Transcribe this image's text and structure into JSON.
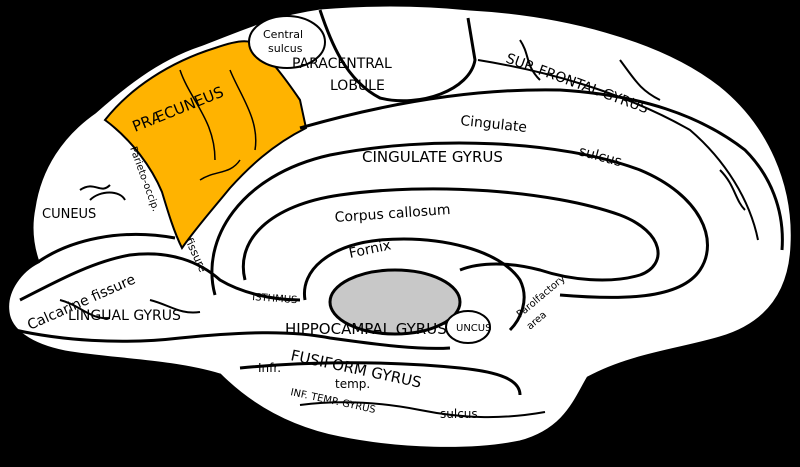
{
  "labels": {
    "central_sulcus_1": "Central",
    "central_sulcus_2": "sulcus",
    "paracentral_1": "PARACENTRAL",
    "paracentral_2": "LOBULE",
    "precuneus": "PRÆCUNEUS",
    "parieto_occ": "Parieto-occip.",
    "cuneus": "CUNEUS",
    "sup_frontal": "SUP.  FRONTAL  GYRUS",
    "cingulate_sulcus_1": "Cingulate",
    "cingulate_sulcus_2": "sulcus",
    "cingulate_gyrus": "CINGULATE GYRUS",
    "corpus_callosum": "Corpus callosum",
    "fornix": "Fornix",
    "calcarine_fissure": "Calcarine fissure",
    "fissure": "fissure",
    "isthmus": "ISTHMUS",
    "lingual_gyrus": "LINGUAL GYRUS",
    "hippocampal_gyrus": "HIPPOCAMPAL GYRUS",
    "uncus": "UNCUS",
    "parolfactory_1": "Parolfactory",
    "parolfactory_2": "area",
    "fusiform_gyrus": "FUSIFORM GYRUS",
    "infr": "Infr.",
    "temp": "temp.",
    "inf_temp_gyrus": "INF. TEMP. GYRUS",
    "sulcus_bottom": "sulcus"
  },
  "colors": {
    "background": "#000000",
    "brain": "#ffffff",
    "highlight": "#ffb300",
    "thalamus": "#c8c8c8",
    "line": "#000000"
  }
}
